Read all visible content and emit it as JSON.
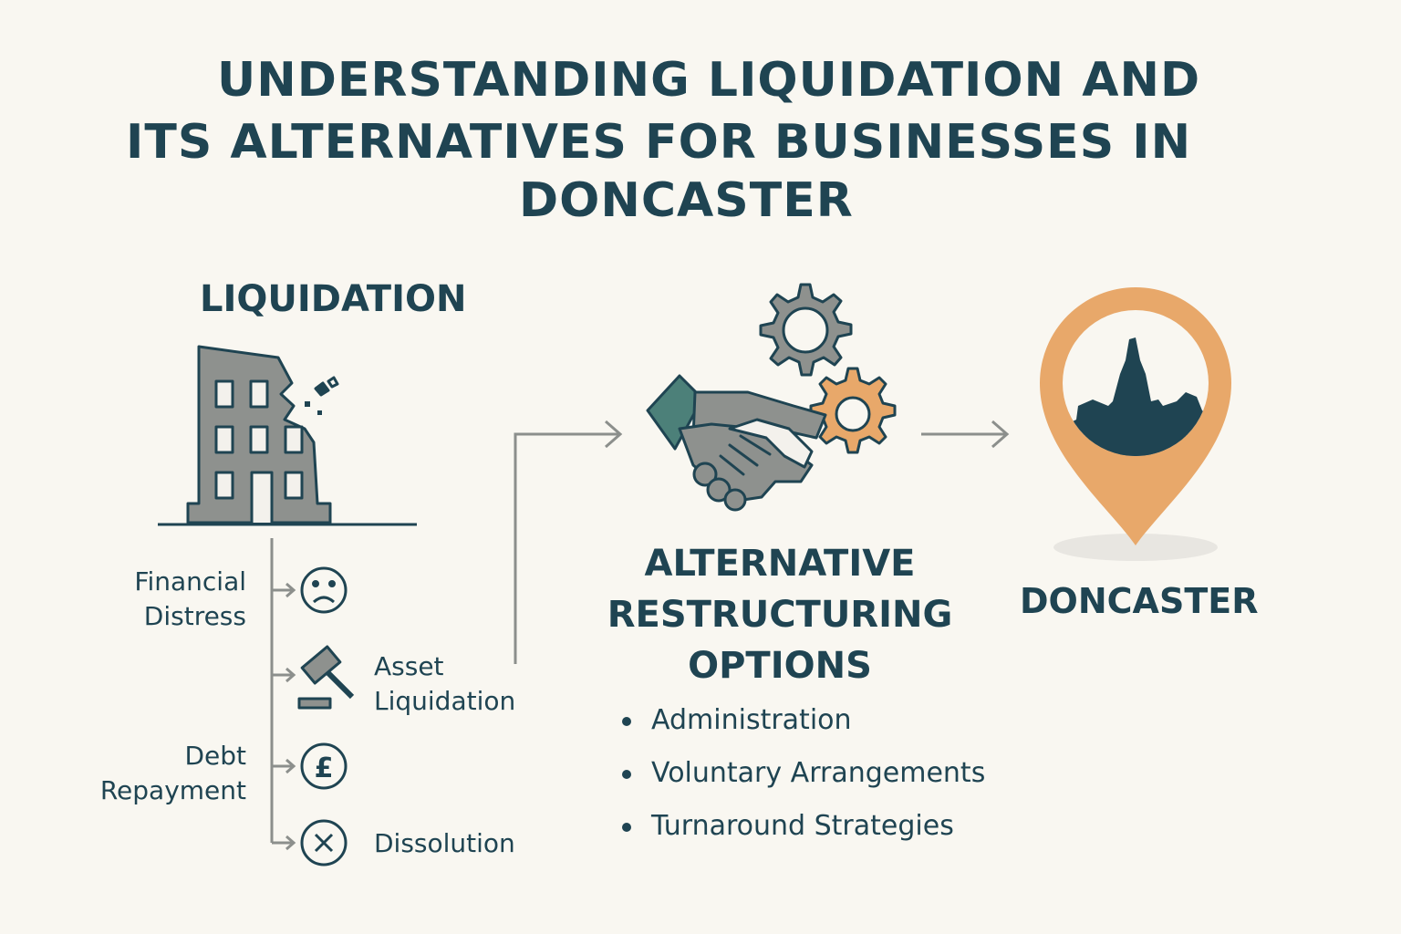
{
  "title": {
    "line1": "UNDERSTANDING LIQUIDATION AND",
    "line2": "ITS ALTERNATIVES FOR BUSINESSES IN",
    "line3": "DONCASTER"
  },
  "liquidation": {
    "heading": "LIQUIDATION",
    "steps": [
      {
        "label_a": "Financial",
        "label_b": "Distress",
        "icon": "sad-face-icon"
      },
      {
        "label_a": "Asset",
        "label_b": "Liquidation",
        "icon": "gavel-icon"
      },
      {
        "label_a": "Debt",
        "label_b": "Repayment",
        "icon": "pound-coin-icon"
      },
      {
        "label_a": "Dissolution",
        "icon": "x-circle-icon"
      }
    ]
  },
  "alternatives": {
    "heading_line1": "ALTERNATIVE",
    "heading_line2": "RESTRUCTURING",
    "heading_line3": "OPTIONS",
    "items": [
      "Administration",
      "Voluntary Arrangements",
      "Turnaround Strategies"
    ]
  },
  "location": {
    "label": "DONCASTER",
    "icon": "map-pin-icon"
  },
  "colors": {
    "navy": "#1f4452",
    "gray": "#8c8f8c",
    "teal": "#4c8079",
    "orange": "#e8a86a",
    "background": "#f9f7f1"
  }
}
